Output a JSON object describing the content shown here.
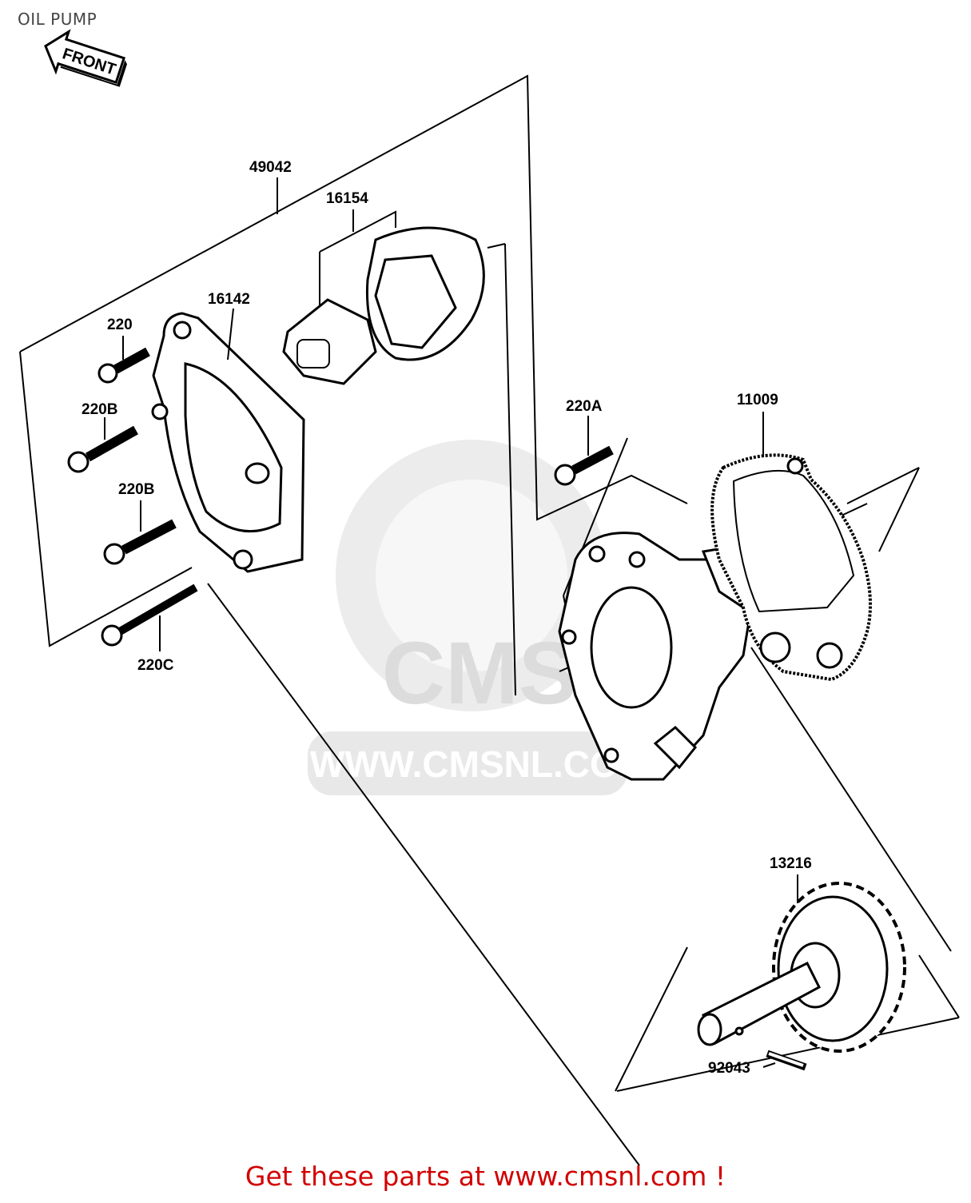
{
  "title": "OIL PUMP",
  "front_arrow_text": "FRONT",
  "watermark": {
    "logo_text": "CMS",
    "url_text": "WWW.CMSNL.COM"
  },
  "part_labels": {
    "p49042": "49042",
    "p16154": "16154",
    "p16142": "16142",
    "p220": "220",
    "p220B_1": "220B",
    "p220B_2": "220B",
    "p220C": "220C",
    "p220A": "220A",
    "p11009": "11009",
    "p13216": "13216",
    "p92043": "92043"
  },
  "footer": {
    "text": "Get these parts at www.cmsnl.com !"
  }
}
